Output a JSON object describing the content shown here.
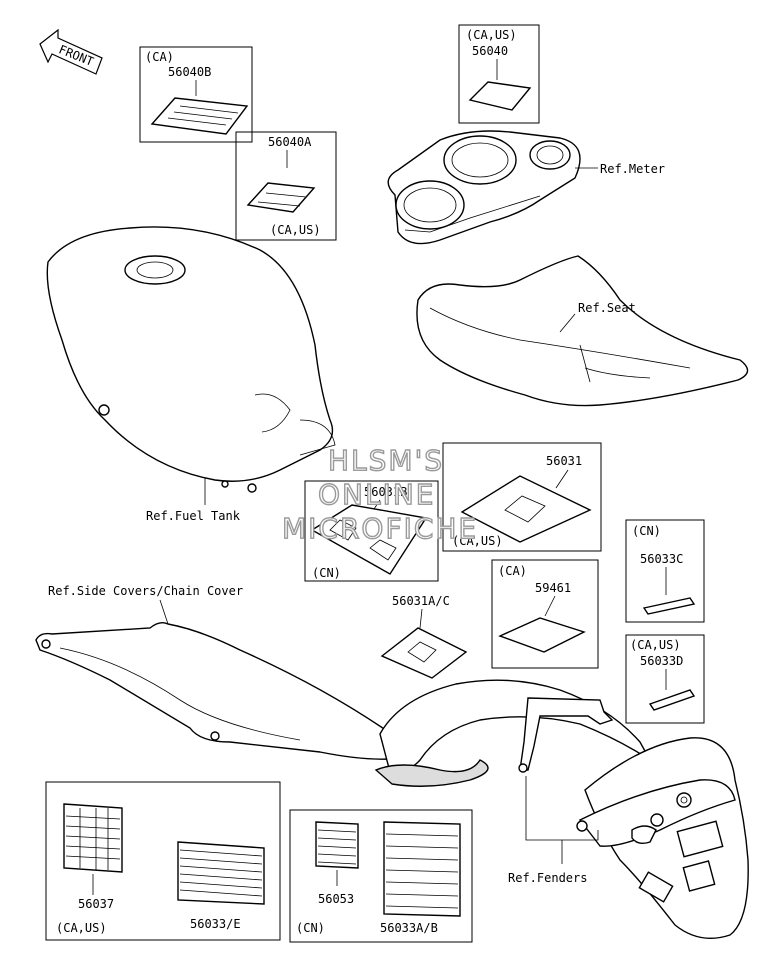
{
  "front_label": "FRONT",
  "watermark": [
    "HLSM'S",
    "ONLINE",
    "MICROFICHE"
  ],
  "refs": {
    "meter": "Ref.Meter",
    "seat": "Ref.Seat",
    "fuel_tank": "Ref.Fuel Tank",
    "side_covers": "Ref.Side Covers/Chain Cover",
    "fenders": "Ref.Fenders"
  },
  "labels": {
    "b1_region": "(CA)",
    "b1_part": "56040B",
    "b2_part": "56040A",
    "b2_region": "(CA,US)",
    "b3_region": "(CA,US)",
    "b3_part": "56040",
    "b4_part": "56031B",
    "b4_region": "(CN)",
    "b5_part": "56031",
    "b5_region": "(CA,US)",
    "b6_region": "(CA)",
    "b6_part": "59461",
    "b7_region": "(CN)",
    "b7_part": "56033C",
    "b8_region": "(CA,US)",
    "b8_part": "56033D",
    "free_part": "56031A/C",
    "b9_part1": "56037",
    "b9_part2": "56033/E",
    "b9_region": "(CA,US)",
    "b10_part1": "56053",
    "b10_part2": "56033A/B",
    "b10_region": "(CN)"
  }
}
